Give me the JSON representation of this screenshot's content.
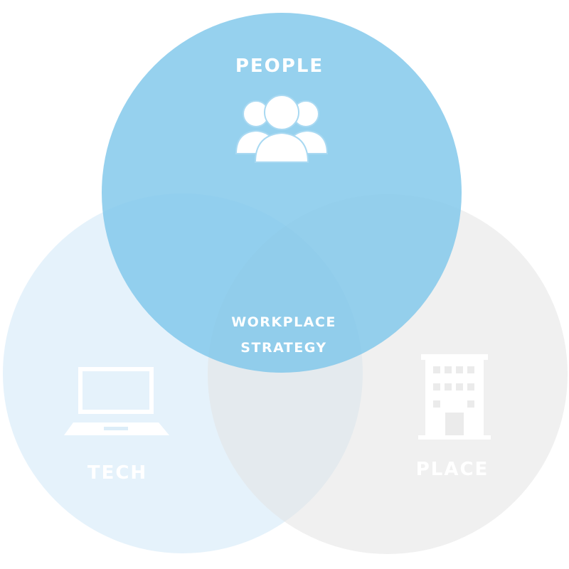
{
  "diagram": {
    "circles": {
      "people": {
        "label": "PEOPLE",
        "color": "#7fc7ea",
        "icon": "people-group-icon"
      },
      "tech": {
        "label": "TECH",
        "color": "#dcedf8",
        "icon": "laptop-icon"
      },
      "place": {
        "label": "PLACE",
        "color": "#ebebeb",
        "icon": "building-icon"
      }
    },
    "center": {
      "line1": "WORKPLACE",
      "line2": "STRATEGY"
    }
  }
}
